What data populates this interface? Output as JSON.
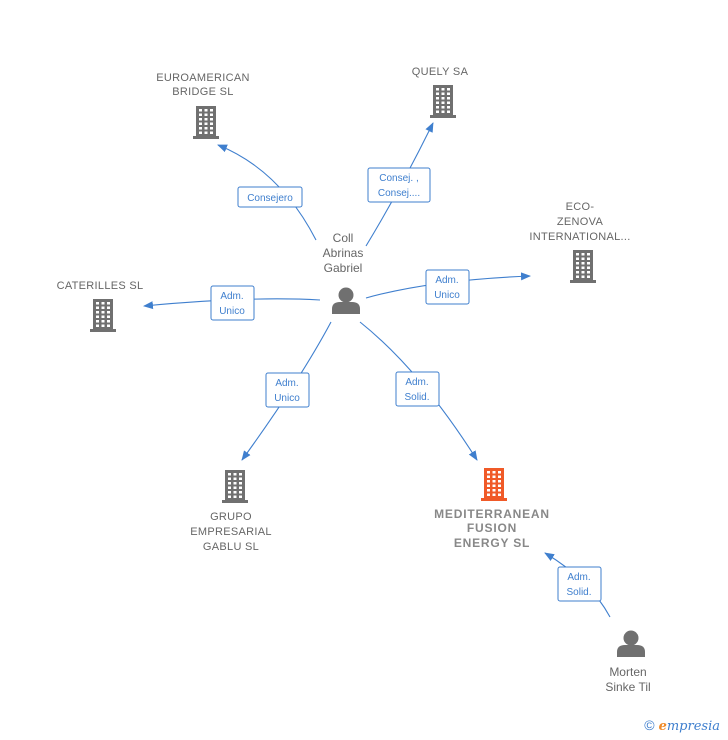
{
  "colors": {
    "edge": "#3f7fce",
    "building": "#707070",
    "building_main": "#f05a28",
    "person": "#707070"
  },
  "nodes": {
    "euroamerican": {
      "lines": [
        "EUROAMERICAN",
        "BRIDGE SL"
      ],
      "icon": "building-icon"
    },
    "quely": {
      "lines": [
        "QUELY SA"
      ],
      "icon": "building-icon"
    },
    "eco_zenova": {
      "lines": [
        "ECO-",
        "ZENOVA",
        "INTERNATIONAL..."
      ],
      "icon": "building-icon"
    },
    "caterilles": {
      "lines": [
        "CATERILLES SL"
      ],
      "icon": "building-icon"
    },
    "grupo": {
      "lines": [
        "GRUPO",
        "EMPRESARIAL",
        "GABLU  SL"
      ],
      "icon": "building-icon"
    },
    "mediterranean": {
      "lines": [
        "MEDITERRANEAN",
        "FUSION",
        "ENERGY  SL"
      ],
      "icon": "building-icon"
    },
    "coll": {
      "lines": [
        "Coll",
        "Abrinas",
        "Gabriel"
      ],
      "icon": "person-icon"
    },
    "morten": {
      "lines": [
        "Morten",
        "Sinke Til"
      ],
      "icon": "person-icon"
    }
  },
  "edges": [
    {
      "id": "to-euroamerican",
      "lines": [
        "Consejero"
      ]
    },
    {
      "id": "to-quely",
      "lines": [
        "Consej. ,",
        "Consej...."
      ]
    },
    {
      "id": "to-eco-zenova",
      "lines": [
        "Adm.",
        "Unico"
      ]
    },
    {
      "id": "to-caterilles",
      "lines": [
        "Adm.",
        "Unico"
      ]
    },
    {
      "id": "to-grupo",
      "lines": [
        "Adm.",
        "Unico"
      ]
    },
    {
      "id": "to-mediterranean",
      "lines": [
        "Adm.",
        "Solid."
      ]
    },
    {
      "id": "morten-to-mediterranean",
      "lines": [
        "Adm.",
        "Solid."
      ]
    }
  ],
  "brand": {
    "copyright": "©",
    "initial": "e",
    "name": "mpresia"
  }
}
